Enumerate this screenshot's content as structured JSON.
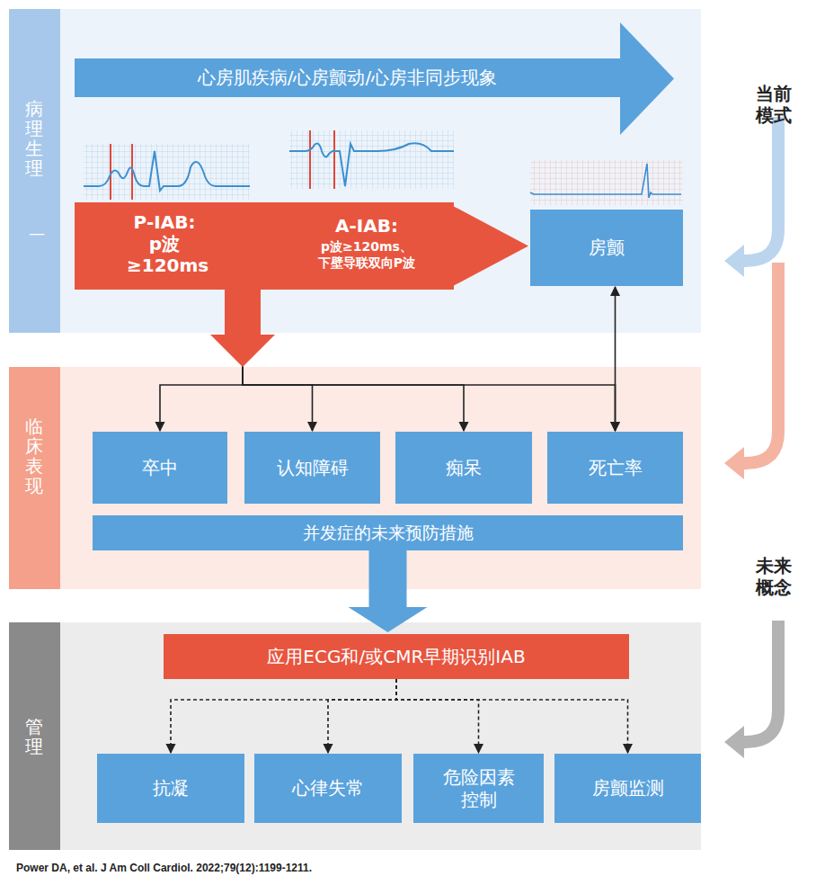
{
  "diagram": {
    "caption": "Power DA, et al. J Am Coll Cardiol. 2022;79(12):1199-1211.",
    "nodes": [
      {
        "text": [
          "病理生理"
        ]
      },
      {
        "text": [
          "心房肌疾病/心房颤动/心房非同步现象"
        ],
        "in": 0
      },
      {
        "text": [
          "P-IAB:",
          "p波 ≥120ms",
          "A-IAB:",
          "p波≥120ms、 下壁导联双向P波"
        ],
        "in": 0
      },
      {
        "text": [
          "房颤"
        ],
        "in": 0
      },
      {
        "text": [
          "临床表现"
        ]
      },
      {
        "text": [
          "卒中"
        ],
        "in": 4
      },
      {
        "text": [
          "认知障碍"
        ],
        "in": 4
      },
      {
        "text": [
          "痴呆"
        ],
        "in": 4
      },
      {
        "text": [
          "死亡率"
        ],
        "in": 4
      },
      {
        "text": [
          "并发症的未来预防措施"
        ],
        "in": 4
      },
      {
        "text": [
          "管理"
        ]
      },
      {
        "text": [
          "应用ECG和/或CMR早期识别IAB"
        ],
        "in": 10
      },
      {
        "text": [
          "抗凝"
        ],
        "in": 10
      },
      {
        "text": [
          "心律失常"
        ],
        "in": 10
      },
      {
        "text": [
          "危险因素 控制"
        ],
        "in": 10
      },
      {
        "text": [
          "房颤监测"
        ],
        "in": 10
      }
    ],
    "edges": [
      {
        "from": 2,
        "to": 3,
        "arrow": "to"
      },
      {
        "from": 2,
        "to": 5,
        "arrow": "to"
      },
      {
        "from": 2,
        "to": 6,
        "arrow": "to"
      },
      {
        "from": 2,
        "to": 7,
        "arrow": "to"
      },
      {
        "from": 2,
        "to": 8,
        "arrow": "to"
      },
      {
        "from": 3,
        "to": 8,
        "arrow": "both"
      },
      {
        "from": 9,
        "to": 11,
        "arrow": "to"
      },
      {
        "from": 11,
        "to": 12,
        "arrow": "to"
      },
      {
        "from": 11,
        "to": 13,
        "arrow": "to"
      },
      {
        "from": 11,
        "to": 14,
        "arrow": "to"
      },
      {
        "from": 11,
        "to": 15,
        "arrow": "to"
      }
    ],
    "labels": [
      "—",
      "当前 模式",
      "未来 概念"
    ]
  }
}
